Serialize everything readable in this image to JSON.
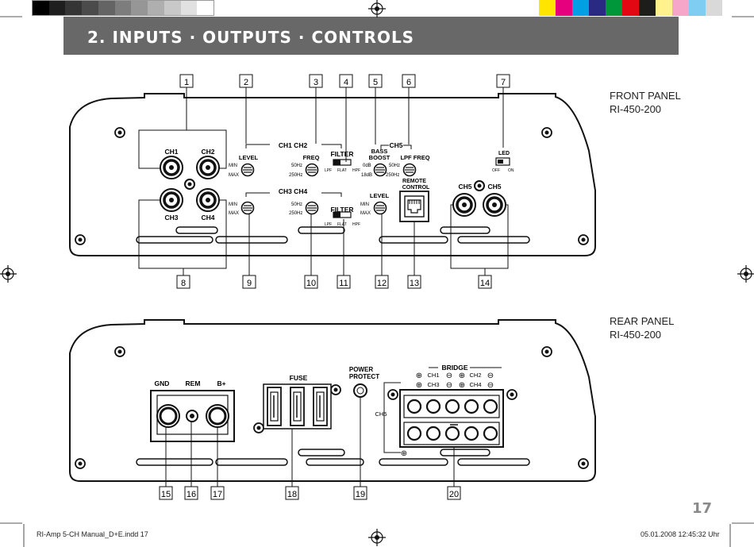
{
  "header": {
    "title": "2. INPUTS · OUTPUTS · CONTROLS"
  },
  "front_panel": {
    "line1": "FRONT PANEL",
    "line2": "RI-450-200",
    "callouts": [
      "1",
      "2",
      "3",
      "4",
      "5",
      "6",
      "7",
      "8",
      "9",
      "10",
      "11",
      "12",
      "13",
      "14"
    ],
    "labels": {
      "ch1": "CH1",
      "ch2": "CH2",
      "ch3": "CH3",
      "ch4": "CH4",
      "level": "LEVEL",
      "min": "MIN",
      "max": "MAX",
      "ch1ch2": "CH1 CH2",
      "ch3ch4": "CH3 CH4",
      "freq": "FREQ",
      "f50": "50Hz",
      "f250": "250Hz",
      "filter": "FILTER",
      "lpf": "LPF",
      "flat": "FLAT",
      "hpf": "HPF",
      "ch5": "CH5",
      "bass_boost_1": "BASS",
      "bass_boost_2": "BOOST",
      "db0": "0dB",
      "db18": "18dB",
      "lpf_freq": "LPF FREQ",
      "remote_1": "REMOTE",
      "remote_2": "CONTROL",
      "led": "LED",
      "off": "OFF",
      "on": "ON"
    }
  },
  "rear_panel": {
    "line1": "REAR PANEL",
    "line2": "RI-450-200",
    "callouts": [
      "15",
      "16",
      "17",
      "18",
      "19",
      "20"
    ],
    "labels": {
      "gnd": "GND",
      "rem": "REM",
      "bplus": "B+",
      "fuse": "FUSE",
      "power_1": "POWER",
      "power_2": "PROTECT",
      "bridge": "BRIDGE",
      "ch1": "CH1",
      "ch2": "CH2",
      "ch3": "CH3",
      "ch4": "CH4",
      "ch5": "CH5",
      "plus": "⊕",
      "minus": "⊖"
    }
  },
  "page_number": "17",
  "footer": {
    "left": "RI-Amp 5-CH Manual_D+E.indd   17",
    "right": "05.01.2008   12:45:32 Uhr"
  },
  "colors": {
    "header_bg": "#686868",
    "swatches_gray": [
      "#000000",
      "#1e1e1e",
      "#353535",
      "#4b4b4b",
      "#646464",
      "#7d7d7d",
      "#969696",
      "#afafaf",
      "#c8c8c8",
      "#e1e1e1",
      "#ffffff"
    ],
    "swatches_color": [
      "#ffe500",
      "#e6007e",
      "#00a0e3",
      "#2b2a83",
      "#00973a",
      "#e30613",
      "#1d1d1b",
      "#fff28c",
      "#f5a6c9",
      "#7fcdf1",
      "#d9d9d9"
    ]
  }
}
